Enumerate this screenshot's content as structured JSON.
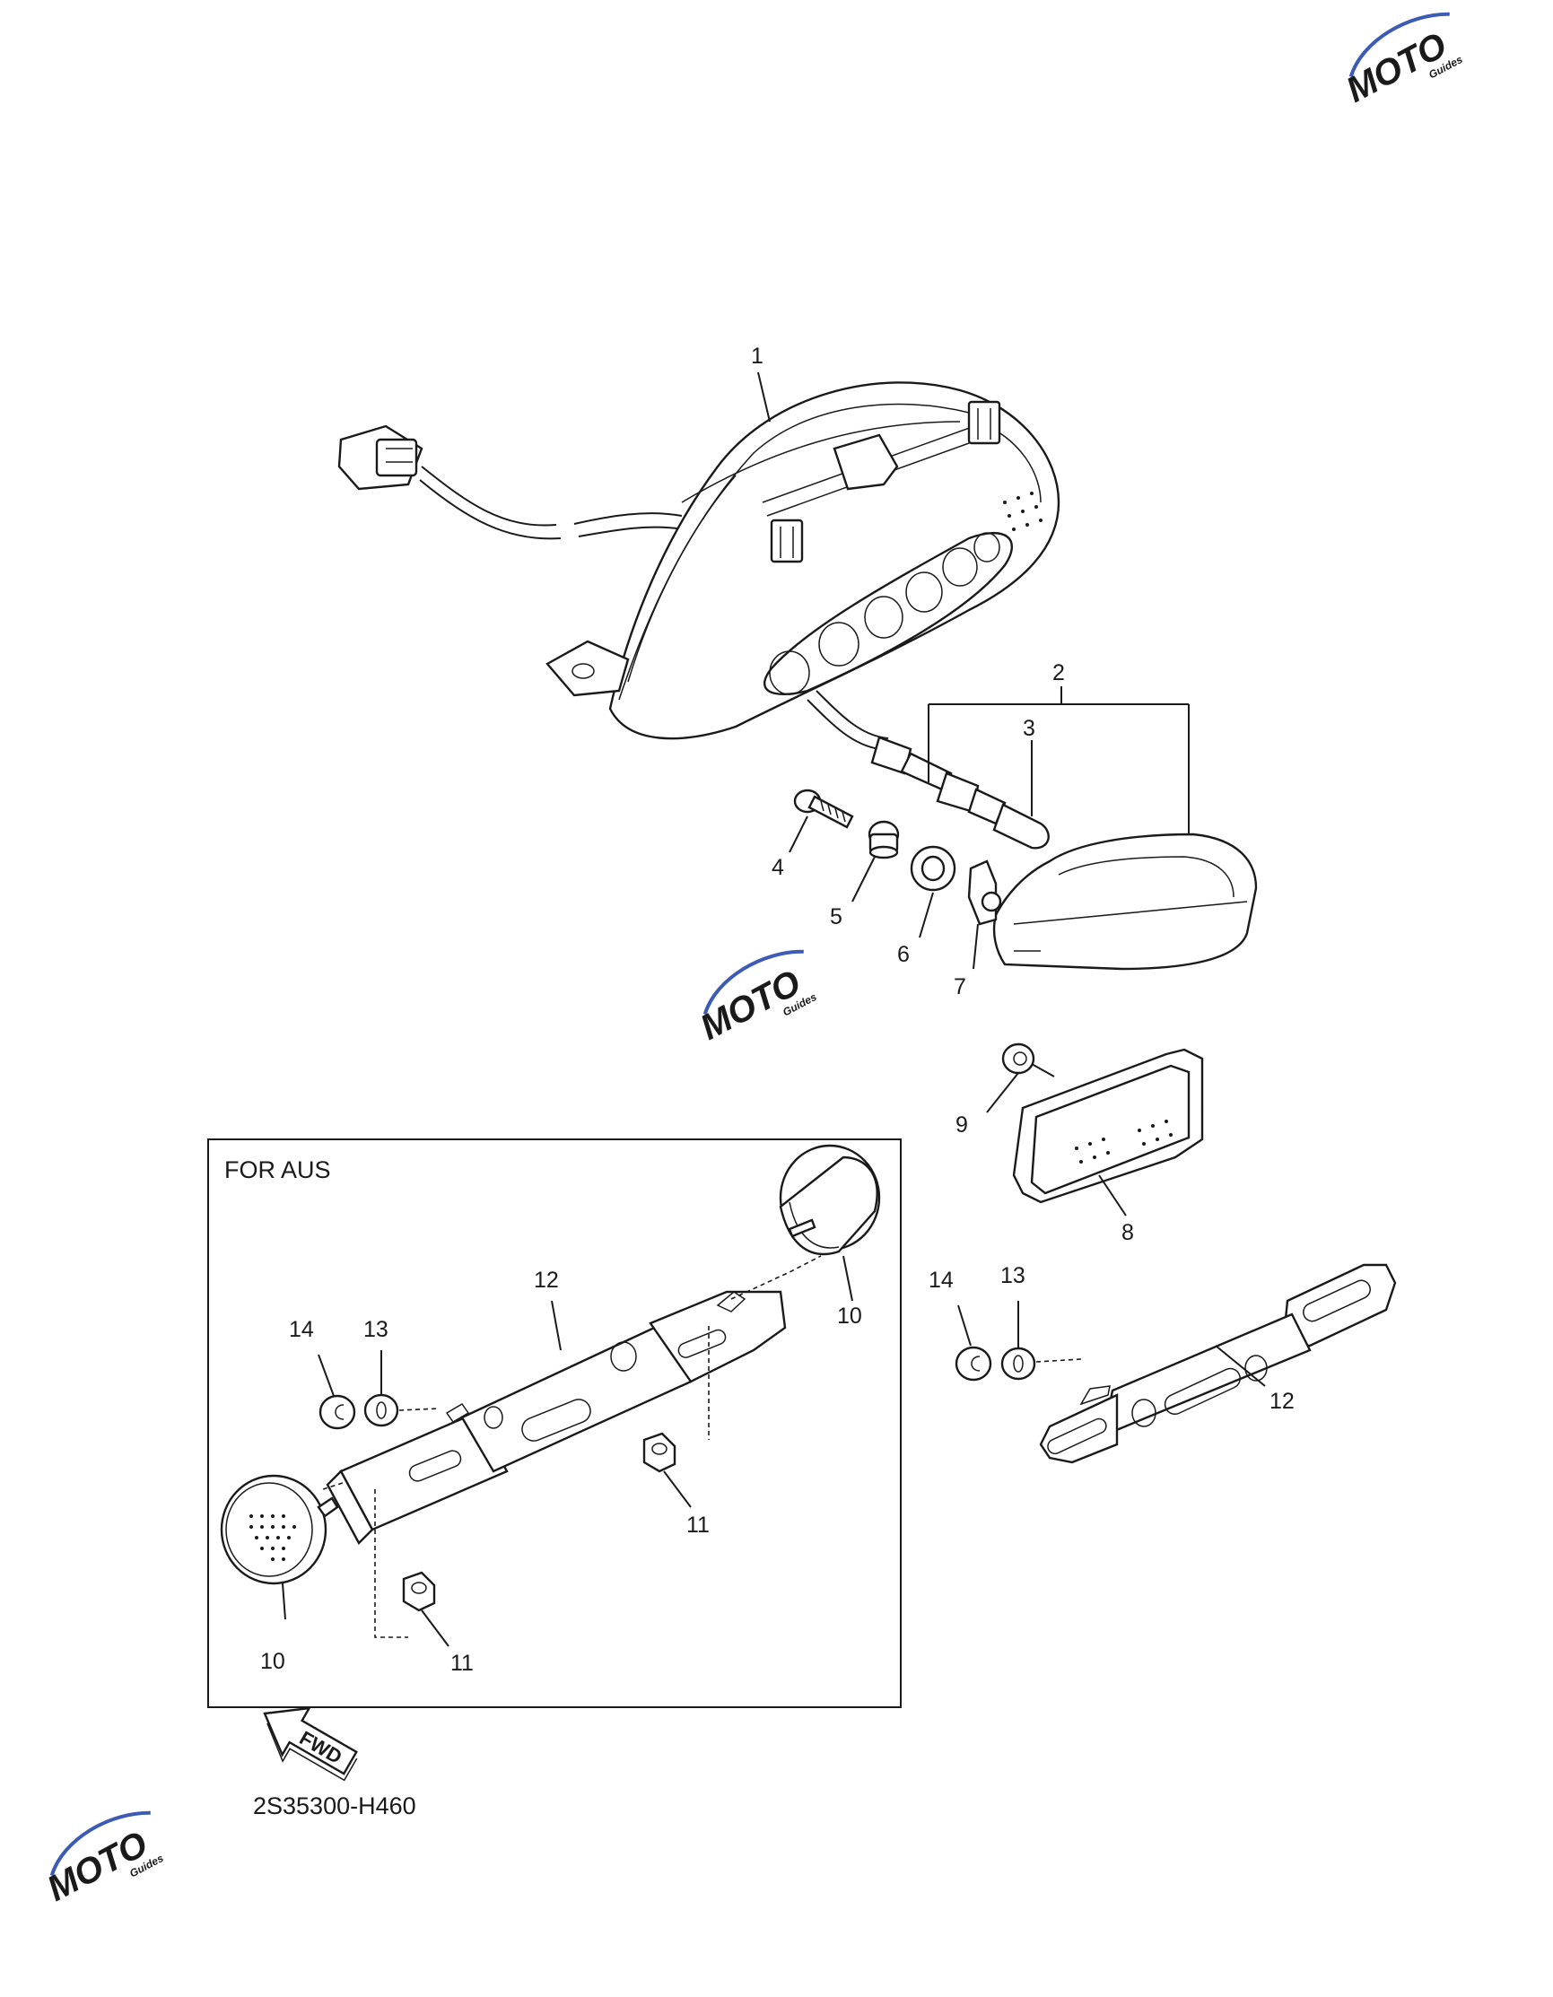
{
  "diagram": {
    "callouts": [
      {
        "id": "c1",
        "text": "1"
      },
      {
        "id": "c2",
        "text": "2"
      },
      {
        "id": "c3",
        "text": "3"
      },
      {
        "id": "c4",
        "text": "4"
      },
      {
        "id": "c5",
        "text": "5"
      },
      {
        "id": "c6",
        "text": "6"
      },
      {
        "id": "c7",
        "text": "7"
      },
      {
        "id": "c8",
        "text": "8"
      },
      {
        "id": "c9",
        "text": "9"
      },
      {
        "id": "c10a",
        "text": "10"
      },
      {
        "id": "c10b",
        "text": "10"
      },
      {
        "id": "c11a",
        "text": "11"
      },
      {
        "id": "c11b",
        "text": "11"
      },
      {
        "id": "c12a",
        "text": "12"
      },
      {
        "id": "c12b",
        "text": "12"
      },
      {
        "id": "c13a",
        "text": "13"
      },
      {
        "id": "c13b",
        "text": "13"
      },
      {
        "id": "c14a",
        "text": "14"
      },
      {
        "id": "c14b",
        "text": "14"
      }
    ],
    "inset_label": "FOR AUS",
    "fwd_label": "FWD",
    "diagram_code": "2S35300-H460",
    "watermark_text": "MOTO",
    "watermark_subtext": "Guides",
    "colors": {
      "line": "#1a1a1a",
      "watermark_red": "#d94a4a",
      "watermark_blue": "#3b5bb5",
      "background": "#ffffff"
    }
  }
}
